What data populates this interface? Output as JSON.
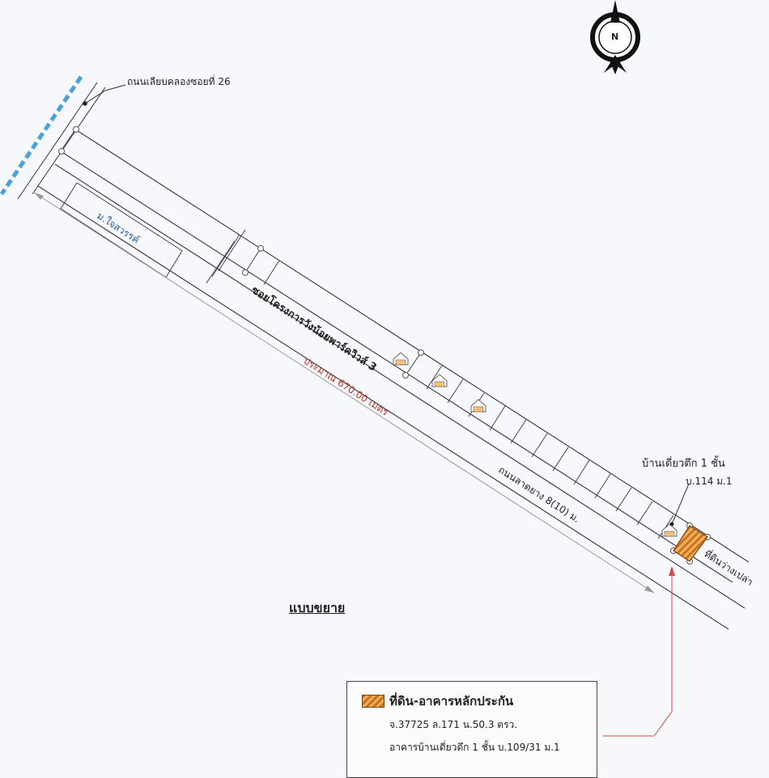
{
  "compass": {
    "letter": "N"
  },
  "labels": {
    "canal_road": "ถนนเลียบคลองซอยที่ 26",
    "village": "ม.ใจสวรรค์",
    "project_soi": "ซอยโครงการวังน้อยพาร์ควิวส์ 3",
    "distance": "ประมาณ 670.00 เมตร",
    "main_road": "ถนนลาดยาง 8(10) ม.",
    "house_line1": "บ้านเดี่ยวตึก 1 ชั้น",
    "house_line2": "บ.114 ม.1",
    "vacant_land": "ที่ดินว่างเปล่า",
    "heading": "แบบขยาย"
  },
  "legend": {
    "title": "ที่ดิน-อาคารหลักประกัน",
    "line1": "จ.37725 ล.171 น.50.3 ตรว.",
    "line2": "อาคารบ้านเดี่ยวตึก 1 ชั้น บ.109/31 ม.1"
  },
  "colors": {
    "canal": "#4aa0dc",
    "distance_text": "#c0392b",
    "village_text": "#2b5ea8",
    "pointer_line": "#d04848",
    "collateral": "#d07a1c"
  }
}
